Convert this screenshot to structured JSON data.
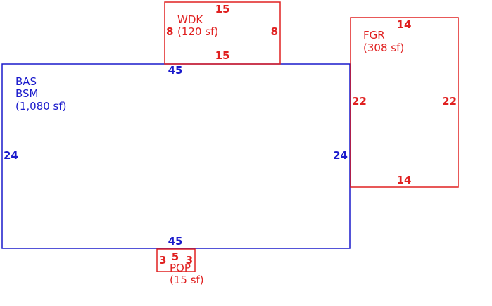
{
  "colors": {
    "main": "#1a1acc",
    "addition": "#e02020"
  },
  "areas": {
    "bas": {
      "codes": [
        "BAS",
        "BSM"
      ],
      "area": "(1,080 sf)",
      "top": "45",
      "bottom": "45",
      "left": "24",
      "right": "24"
    },
    "wdk": {
      "code": "WDK",
      "area": "(120 sf)",
      "left": "8",
      "right": "8",
      "top": "15",
      "bottom": "15"
    },
    "fgr": {
      "code": "FGR",
      "area": "(308 sf)",
      "top": "14",
      "bottom": "14",
      "left": "22",
      "right": "22"
    },
    "pop": {
      "code": "POP",
      "area": "(15 sf)",
      "top": "5",
      "left": "3",
      "right": "3"
    }
  }
}
